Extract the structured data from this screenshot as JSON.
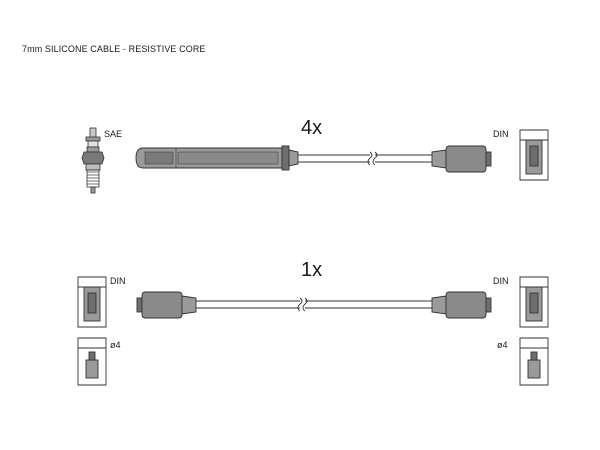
{
  "title": "7mm SILICONE CABLE - RESISTIVE CORE",
  "set1": {
    "quantity": "4x",
    "left_connector": "SAE",
    "right_connector": "DIN"
  },
  "set2": {
    "quantity": "1x",
    "left_connector": "DIN",
    "right_connector": "DIN",
    "left_option": "ø4",
    "right_option": "ø4"
  },
  "colors": {
    "line": "#333333",
    "boot_fill": "#9a9a9a",
    "boot_dark": "#6e6e6e",
    "cable": "#ffffff"
  }
}
